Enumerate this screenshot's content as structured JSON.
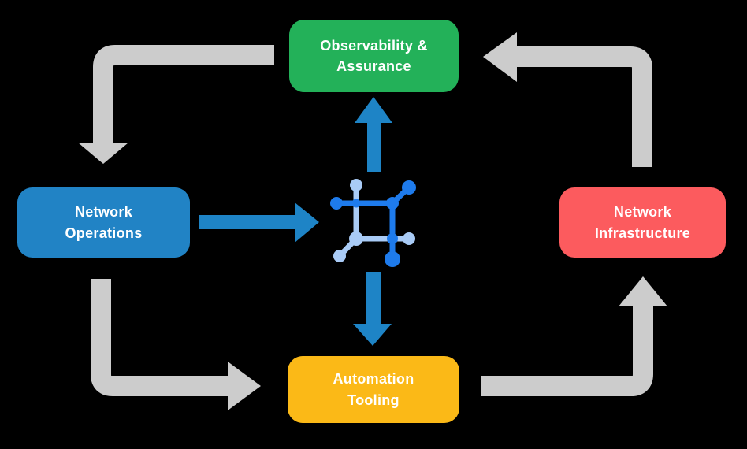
{
  "diagram_type": "cyclic flow diagram",
  "nodes": [
    {
      "id": "observability-assurance",
      "label": "Observability &\nAssurance",
      "color": "#23B159"
    },
    {
      "id": "network-operations",
      "label": "Network\nOperations",
      "color": "#2183C5"
    },
    {
      "id": "network-infrastructure",
      "label": "Network\nInfrastructure",
      "color": "#FC5B5E"
    },
    {
      "id": "automation-tooling",
      "label": "Automation\nTooling",
      "color": "#FBB917"
    }
  ],
  "center_icon": "network-mesh-icon",
  "cycle_flows": [
    {
      "from": "observability-assurance",
      "to": "network-operations",
      "style": "gray elbow arrow, top-left"
    },
    {
      "from": "network-operations",
      "to": "automation-tooling",
      "style": "gray elbow arrow, bottom-left"
    },
    {
      "from": "automation-tooling",
      "to": "network-infrastructure",
      "style": "gray elbow arrow, bottom-right"
    },
    {
      "from": "network-infrastructure",
      "to": "observability-assurance",
      "style": "gray elbow arrow, top-right"
    }
  ],
  "hub_flows": [
    {
      "from": "network-operations",
      "to": "center-icon",
      "direction": "right"
    },
    {
      "from": "center-icon",
      "to": "observability-assurance",
      "direction": "up"
    },
    {
      "from": "center-icon",
      "to": "automation-tooling",
      "direction": "down"
    }
  ],
  "colors": {
    "background": "#000000",
    "observability_green": "#23B159",
    "operations_blue": "#2183C5",
    "infrastructure_red": "#FC5B5E",
    "automation_yellow": "#FBB917",
    "cycle_arrow_gray": "#CCCCCC",
    "hub_arrow_blue": "#1E84C6",
    "icon_dark_blue": "#1E7BEC",
    "icon_light_blue": "#A9CBF6",
    "label_text": "#FFFFFF"
  }
}
